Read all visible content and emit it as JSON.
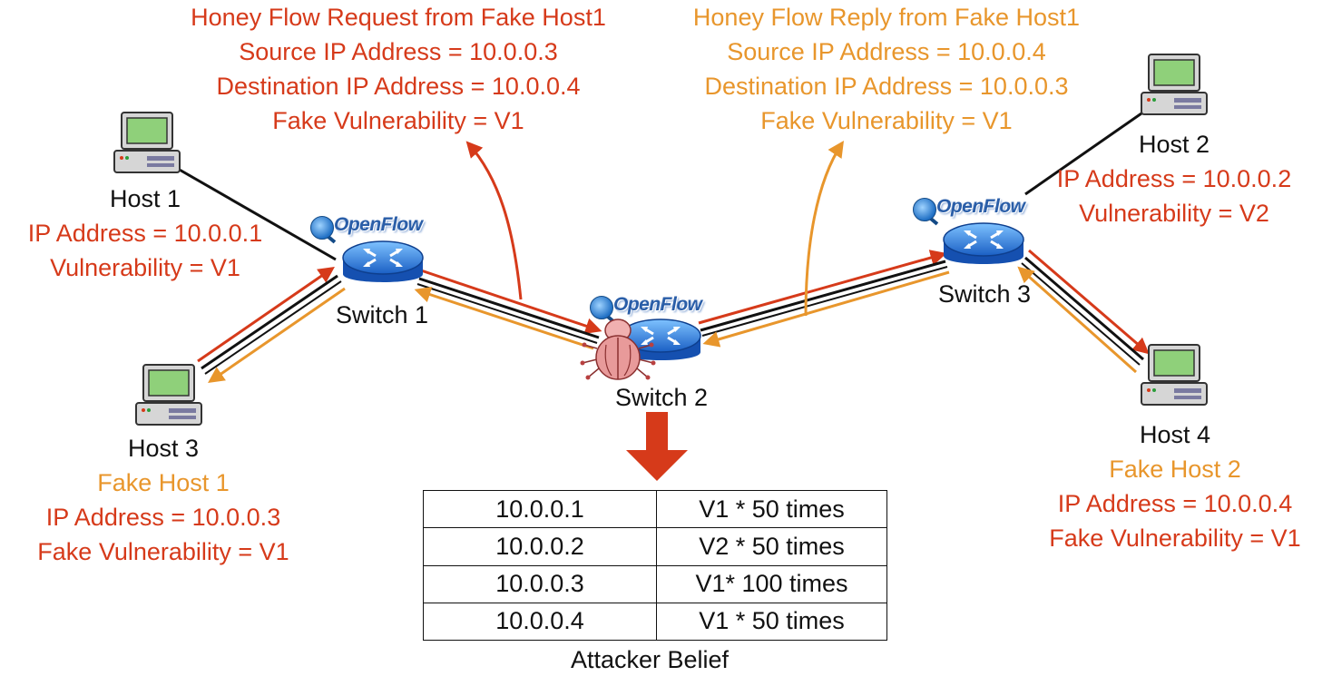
{
  "request_label": {
    "title": "Honey Flow Request from Fake Host1",
    "source": "Source IP Address = 10.0.0.3",
    "destination": "Destination IP Address = 10.0.0.4",
    "vulnerability": "Fake Vulnerability = V1"
  },
  "reply_label": {
    "title": "Honey Flow Reply from Fake Host1",
    "source": "Source IP Address = 10.0.0.4",
    "destination": "Destination IP Address = 10.0.0.3",
    "vulnerability": "Fake Vulnerability = V1"
  },
  "host1": {
    "name": "Host 1",
    "ip": "IP Address = 10.0.0.1",
    "vuln": "Vulnerability = V1"
  },
  "host2": {
    "name": "Host 2",
    "ip": "IP Address = 10.0.0.2",
    "vuln": "Vulnerability = V2"
  },
  "host3": {
    "name": "Host 3",
    "role": "Fake Host 1",
    "ip": "IP Address = 10.0.0.3",
    "vuln": "Fake Vulnerability = V1"
  },
  "host4": {
    "name": "Host 4",
    "role": "Fake Host 2",
    "ip": "IP Address = 10.0.0.4",
    "vuln": "Fake Vulnerability = V1"
  },
  "switches": {
    "s1": "Switch 1",
    "s2": "Switch 2",
    "s3": "Switch 3"
  },
  "openflow_logo": "OpenFlow",
  "belief_table": {
    "caption": "Attacker Belief",
    "rows": [
      {
        "ip": "10.0.0.1",
        "count": "V1 * 50 times"
      },
      {
        "ip": "10.0.0.2",
        "count": "V2 * 50 times"
      },
      {
        "ip": "10.0.0.3",
        "count": "V1* 100 times"
      },
      {
        "ip": "10.0.0.4",
        "count": "V1 * 50 times"
      }
    ]
  },
  "colors": {
    "request": "#d63a1a",
    "reply": "#e8962c",
    "link": "#111111",
    "switch": "#1f6fd0",
    "attacker": "#e8a0a0"
  }
}
